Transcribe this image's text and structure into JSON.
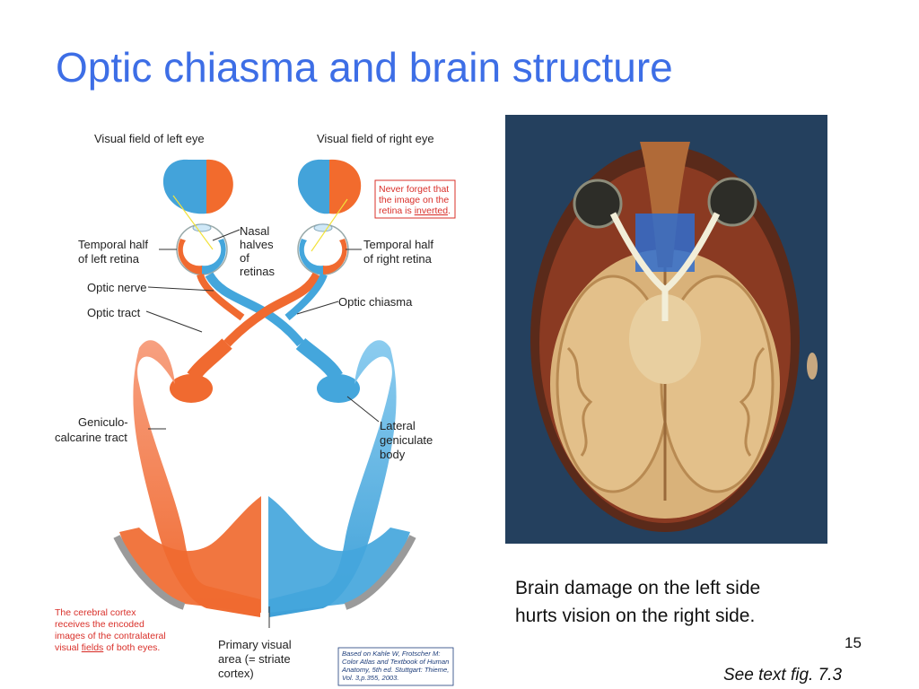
{
  "slide": {
    "title": "Optic chiasma and brain structure",
    "caption_line1": "Brain damage on the left side",
    "caption_line2": "hurts vision on the right side.",
    "page_number": "15",
    "reference": "See text fig. 7.3"
  },
  "diagram": {
    "visual_field_left": "Visual field of left eye",
    "visual_field_right": "Visual field of right eye",
    "note_line1": "Never forget that",
    "note_line2": "the image on the",
    "note_line3_a": "retina is ",
    "note_line3_b": "inverted",
    "note_line3_c": ".",
    "nasal_1": "Nasal",
    "nasal_2": "halves",
    "nasal_3": "of",
    "nasal_4": "retinas",
    "temporal_left_1": "Temporal half",
    "temporal_left_2": "of left retina",
    "temporal_right_1": "Temporal half",
    "temporal_right_2": "of right retina",
    "optic_nerve": "Optic nerve",
    "optic_chiasma": "Optic chiasma",
    "optic_tract": "Optic tract",
    "geniculo_1": "Geniculo-",
    "geniculo_2": "calcarine tract",
    "lateral_1": "Lateral",
    "lateral_2": "geniculate",
    "lateral_3": "body",
    "cortex_note_1": "The cerebral cortex",
    "cortex_note_2": "receives the encoded",
    "cortex_note_3": "images of the contralateral",
    "cortex_note_4a": "visual ",
    "cortex_note_4b": "fields",
    "cortex_note_4c": " of both eyes.",
    "primary_1": "Primary visual",
    "primary_2": "area (= striate",
    "primary_3": "cortex)",
    "source_1": "Based on Kahle W, Frotscher M:",
    "source_2": "Color Atlas and Textbook of Human",
    "source_3": "Anatomy, 5th ed. Stuttgart: Thieme,",
    "source_4": "Vol. 3,p.355, 2003."
  },
  "colors": {
    "title": "#3d6ee6",
    "left_pathway": "#f06a30",
    "right_pathway": "#44a6dc",
    "note_red": "#d9302a"
  }
}
